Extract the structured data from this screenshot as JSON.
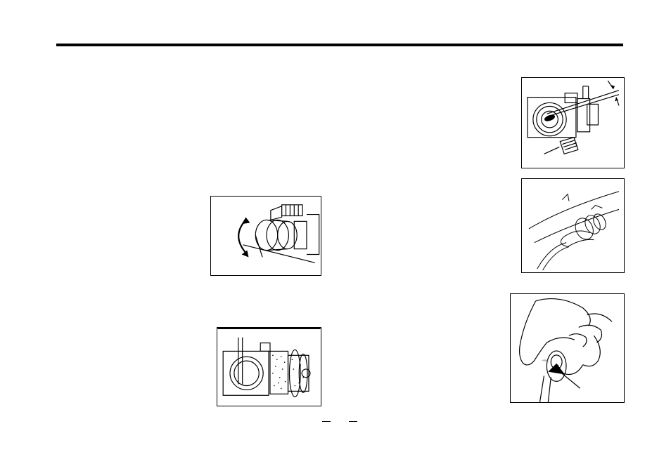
{
  "page": {
    "rule_color": "#000000",
    "figures": [
      {
        "name": "glow-plug-clearance-figure",
        "icon": "glow-plug-gap-illustration"
      },
      {
        "name": "needle-valve-rotation-figure",
        "icon": "needle-valve-rotate-illustration"
      },
      {
        "name": "fuel-tubing-figure",
        "icon": "fuel-line-connection-illustration"
      },
      {
        "name": "carburetor-side-figure",
        "icon": "carburetor-side-view-illustration"
      },
      {
        "name": "hand-pinch-fuel-line-figure",
        "icon": "hand-pinching-fuel-tube-illustration"
      }
    ],
    "footer": {
      "page_number_left": "",
      "page_number_right": ""
    }
  }
}
